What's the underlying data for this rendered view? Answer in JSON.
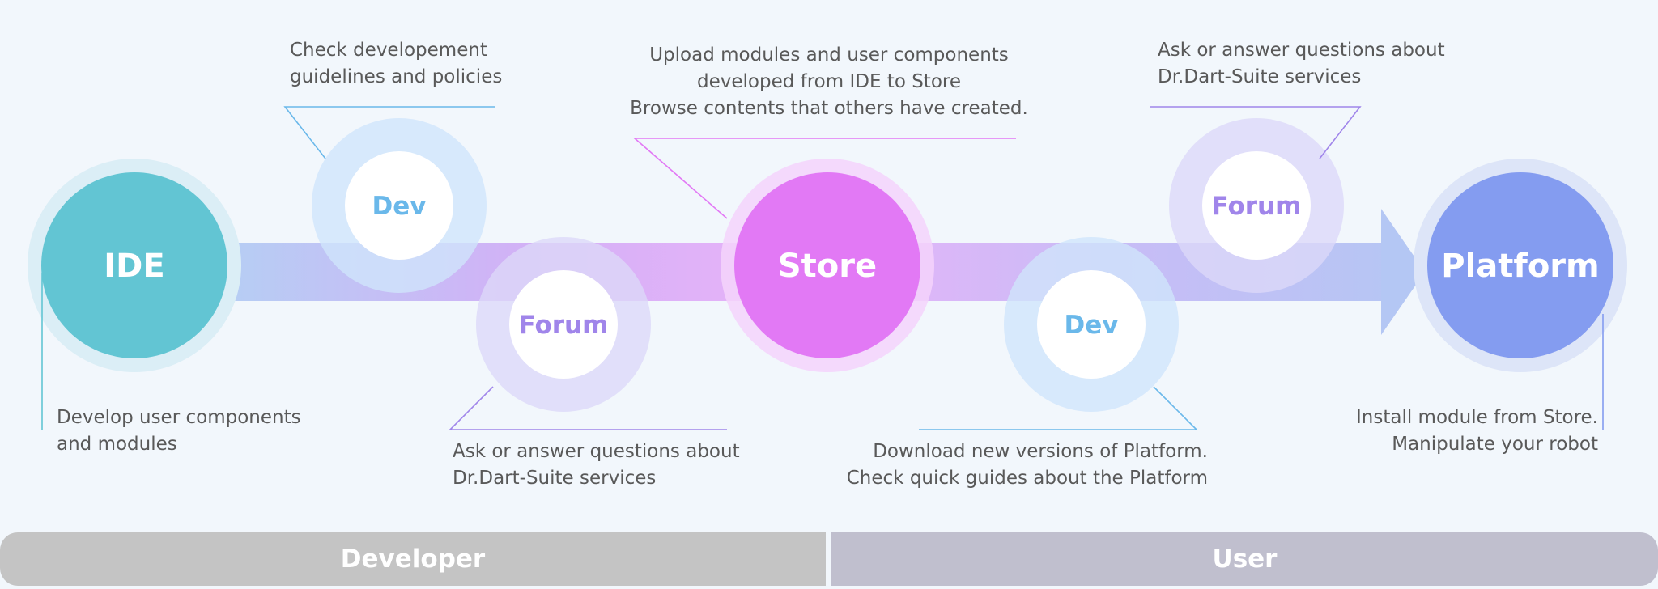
{
  "nodes": {
    "ide": "IDE",
    "dev_top": "Dev",
    "forum_bottom": "Forum",
    "store": "Store",
    "dev_bottom": "Dev",
    "forum_top": "Forum",
    "platform": "Platform"
  },
  "notes": {
    "ide": "Develop user components\nand modules",
    "dev_top": "Check developement\nguidelines and policies",
    "forum_bottom": "Ask or answer questions about\nDr.Dart-Suite services",
    "store": "Upload modules and user components\ndeveloped from IDE to Store\nBrowse contents that others have created.",
    "dev_bottom": "Download new versions of Platform.\nCheck quick guides about the Platform",
    "forum_top": "Ask or answer questions about\nDr.Dart-Suite services",
    "platform": "Install module from Store.\nManipulate your robot"
  },
  "roles": {
    "developer": "Developer",
    "user": "User"
  },
  "colors": {
    "ide": "#62c5d3",
    "store": "#e279f5",
    "platform": "#849cf0",
    "dev": "#6ab8ea",
    "forum": "#a085ea",
    "note_text": "#595959"
  }
}
